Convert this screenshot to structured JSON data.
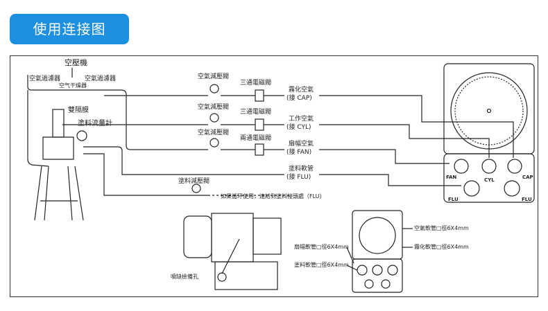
{
  "header": {
    "title": "使用连接图"
  },
  "labels": {
    "compressor": "空壓機",
    "filter_left": "空氣過濾器",
    "filter_right": "空氣過濾器",
    "dryer": "空气干燥器",
    "diaphragm": "雙隔膜",
    "flowmeter": "塗料流量計",
    "reg1": "空氣減壓閥",
    "reg2": "空氣減壓閥",
    "reg3": "空氣減壓閥",
    "sol1": "三通電磁閥",
    "sol2": "三通電磁閥",
    "sol3": "兩通電磁閥",
    "paint_reg": "塗料減壓閥",
    "recirc_note": "如果循环使用，連結到塗料接頭處（FLU）",
    "air1_a": "霧化空氣",
    "air1_b": "(接 CAP)",
    "air2_a": "工作空氣",
    "air2_b": "(接 CYL)",
    "air3_a": "扇幅空氣",
    "air3_b": "(接 FAN)",
    "paint_a": "塗料軟管",
    "paint_b": "(接 FLU)",
    "port_fan": "FAN",
    "port_cyl": "CYL",
    "port_cap": "CAP",
    "port_flu_left": "FLU",
    "port_flu_right": "FLU",
    "nozzle_note": "噴缺檢備孔",
    "hose_air": "空氣軟管□徑6X4mm",
    "hose_fan": "扇幅軟管□徑6X4mm",
    "hose_atom": "霧化軟管□徑6X4mm",
    "hose_paint": "塗料軟管□徑6X4mm"
  },
  "colors": {
    "accent": "#1d8fe0",
    "line": "#222222"
  }
}
